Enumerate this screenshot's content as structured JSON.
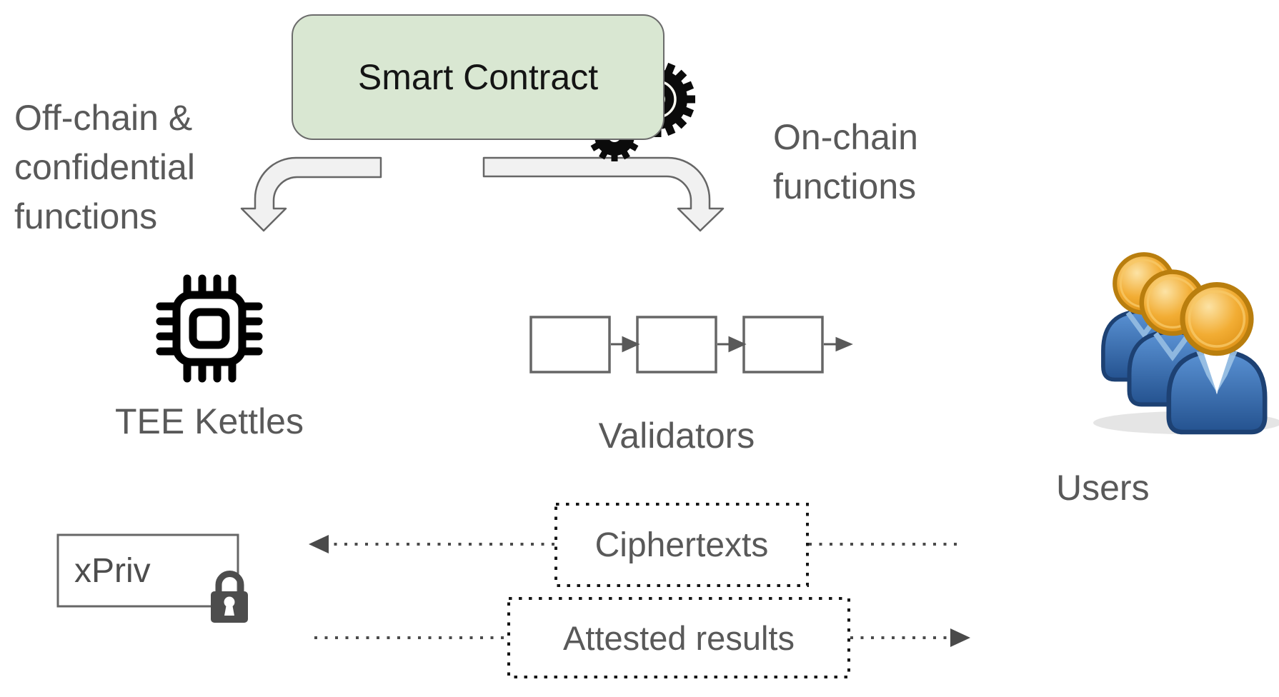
{
  "diagram": {
    "contract": {
      "label": "Smart Contract"
    },
    "branch_left": {
      "label": "Off-chain &\nconfidential\nfunctions"
    },
    "branch_right": {
      "label": "On-chain\nfunctions"
    },
    "tee": {
      "label": "TEE Kettles"
    },
    "validators": {
      "label": "Validators",
      "block_count": 3
    },
    "users": {
      "label": "Users"
    },
    "xpriv": {
      "label": "xPriv"
    },
    "flow_ciphertexts": {
      "label": "Ciphertexts"
    },
    "flow_attested": {
      "label": "Attested results"
    }
  },
  "icons": {
    "gears": "gears-icon",
    "cpu_chip": "cpu-chip-icon",
    "blockchain_blocks": "blockchain-blocks",
    "users_group": "users-group-icon",
    "padlock": "padlock-icon"
  },
  "colors": {
    "contract_fill": "#d9e7d2",
    "contract_border": "#6b6b6b",
    "label_gray": "#595959",
    "text_black": "#141414",
    "branch_arrow_fill": "#f1f1f1",
    "branch_arrow_stroke": "#666666",
    "block_stroke": "#666666",
    "connector_gray": "#595959",
    "dotted_stroke": "#161616",
    "icon_dark": "#4d4d4d",
    "head_orange": "#f0a92d",
    "head_stroke": "#b97e0e",
    "body_blue": "#2f6bb0",
    "body_stroke": "#1d4173"
  }
}
